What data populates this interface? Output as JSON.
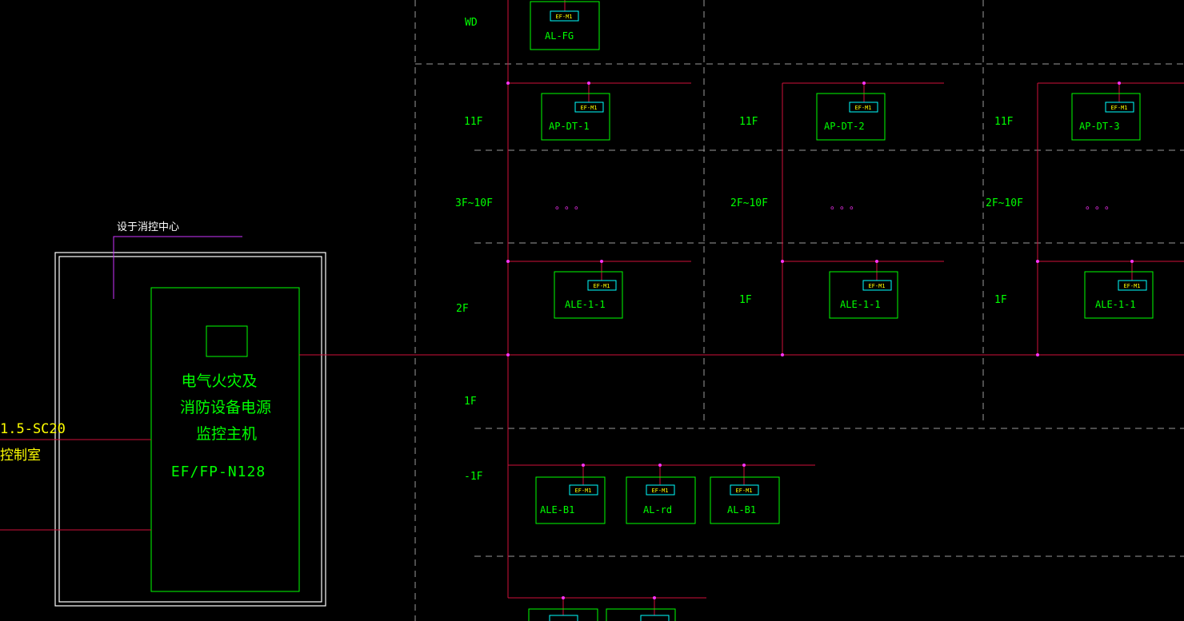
{
  "colors": {
    "background": "#000000",
    "panel_border": "#00ff00",
    "bus_line": "#d0103a",
    "node": "#ff33ff",
    "tag_border": "#00ffff",
    "text_yellow": "#ffff00",
    "frame_white": "#ffffff",
    "grid_dash": "#9a9a9a"
  },
  "host": {
    "location_label": "设于消控中心",
    "title_line1": "电气火灾及",
    "title_line2": "消防设备电源",
    "title_line3": "监控主机",
    "model": "EF/FP-N128"
  },
  "left_labels": {
    "cable": "1.5-SC20",
    "room": "控制室"
  },
  "tag_label": "EF-M1",
  "ellipsis": "。。。",
  "columns": [
    {
      "floor_labels": {
        "top": "WD",
        "upper": "11F",
        "middle": "3F~10F",
        "lower": "2F",
        "bottom": "1F",
        "basement": "-1F"
      },
      "panels": {
        "top": "AL-FG",
        "upper": "AP-DT-1",
        "lower": "ALE-1-1"
      },
      "basement_panels": [
        "ALE-B1",
        "AL-rd",
        "AL-B1"
      ]
    },
    {
      "floor_labels": {
        "upper": "11F",
        "middle": "2F~10F",
        "lower": "1F"
      },
      "panels": {
        "upper": "AP-DT-2",
        "lower": "ALE-1-1"
      }
    },
    {
      "floor_labels": {
        "upper": "11F",
        "middle": "2F~10F",
        "lower": "1F"
      },
      "panels": {
        "upper": "AP-DT-3",
        "lower": "ALE-1-1"
      }
    }
  ]
}
